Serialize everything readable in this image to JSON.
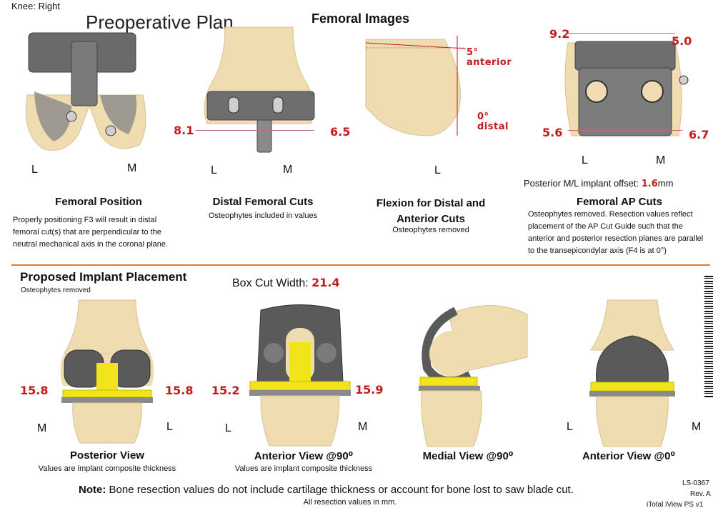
{
  "header": {
    "knee": "Knee: Right",
    "title": "Preoperative Plan",
    "femoral_images": "Femoral Images"
  },
  "femoral_position": {
    "L": "L",
    "M": "M",
    "heading": "Femoral Position",
    "desc": "Properly positioning F3 will result in distal femoral cut(s) that are perpendicular to the neutral mechanical axis in the coronal plane."
  },
  "distal_cuts": {
    "left_value": "8.1",
    "right_value": "6.5",
    "L": "L",
    "M": "M",
    "heading": "Distal Femoral Cuts",
    "note": "Osteophytes included in values"
  },
  "flexion": {
    "anterior_label": "5°\nanterior",
    "distal_label": "0°\ndistal",
    "L": "L",
    "heading": "Flexion for Distal and Anterior Cuts",
    "note": "Osteophytes removed"
  },
  "ap_cuts": {
    "top_left": "9.2",
    "top_right": "5.0",
    "bottom_left": "5.6",
    "bottom_right": "6.7",
    "L": "L",
    "M": "M",
    "offset_label": "Posterior M/L implant offset:",
    "offset_value": "1.6",
    "offset_unit": "mm",
    "heading": "Femoral AP Cuts",
    "desc": "Osteophytes removed. Resection values reflect placement of the AP Cut Guide such that the anterior and posterior resection planes are parallel to the transepicondylar axis (F4 is at 0°)"
  },
  "implant": {
    "heading": "Proposed Implant Placement",
    "sub": "Osteophytes removed",
    "box_label": "Box Cut Width:",
    "box_value": "21.4"
  },
  "views": [
    {
      "left_value": "15.8",
      "right_value": "15.8",
      "left_side": "M",
      "right_side": "L",
      "title": "Posterior View",
      "note": "Values are implant composite thickness"
    },
    {
      "left_value": "15.2",
      "right_value": "15.9",
      "left_side": "L",
      "right_side": "M",
      "title": "Anterior View @90⁰",
      "note": "Values are implant composite thickness"
    },
    {
      "title": "Medial View @90⁰"
    },
    {
      "left_side": "L",
      "right_side": "M",
      "title": "Anterior View @0⁰"
    }
  ],
  "footer": {
    "note_bold": "Note:",
    "note_text": "Bone resection values do not include cartilage thickness or account for bone lost to saw blade cut.",
    "units": "All resection values in mm.",
    "code": "LS-0367",
    "rev": "Rev. A",
    "product": "iTotal iView PS v1"
  },
  "colors": {
    "bone": "#efdcb0",
    "implant": "#5a5a5a",
    "insert": "#f2e41a",
    "value_red": "#c41a1a",
    "divider": "#e07a3a"
  }
}
